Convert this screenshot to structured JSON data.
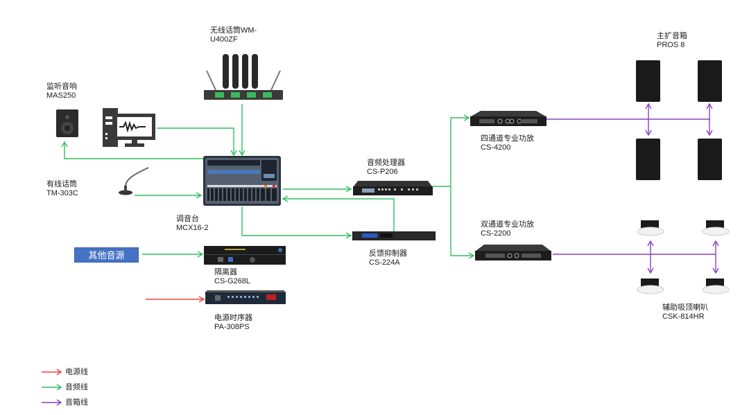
{
  "colors": {
    "power": "#ff3b3b",
    "audio": "#2fbf5f",
    "speaker": "#8a3fc4",
    "source_box": "#4472c4"
  },
  "devices": {
    "wireless_mic": {
      "name": "无线话筒WM-",
      "model": "U400ZF"
    },
    "monitor_speaker": {
      "name": "监听音响",
      "model": "MAS250"
    },
    "wired_mic": {
      "name": "有线话筒",
      "model": "TM-303C"
    },
    "mixer": {
      "name": "调音台",
      "model": "MCX16-2"
    },
    "other_source": {
      "name": "其他音源"
    },
    "isolator": {
      "name": "隔离器",
      "model": "CS-G268L"
    },
    "power_sequencer": {
      "name": "电源时序器",
      "model": "PA-308PS"
    },
    "processor": {
      "name": "音频处理器",
      "model": "CS-P206"
    },
    "feedback_suppressor": {
      "name": "反馈抑制器",
      "model": "CS-224A"
    },
    "amp_4ch": {
      "name": "四通道专业功放",
      "model": "CS-4200"
    },
    "amp_2ch": {
      "name": "双通道专业功放",
      "model": "CS-2200"
    },
    "main_speakers": {
      "name": "主扩音箱",
      "model": "PROS 8"
    },
    "ceiling_speakers": {
      "name": "辅助吸顶喇叭",
      "model": "CSK-814HR"
    },
    "computer": {
      "icon": "computer-waveform-icon"
    }
  },
  "legend": [
    {
      "label": "电源线",
      "type": "power"
    },
    {
      "label": "音频线",
      "type": "audio"
    },
    {
      "label": "音箱线",
      "type": "speaker"
    }
  ]
}
